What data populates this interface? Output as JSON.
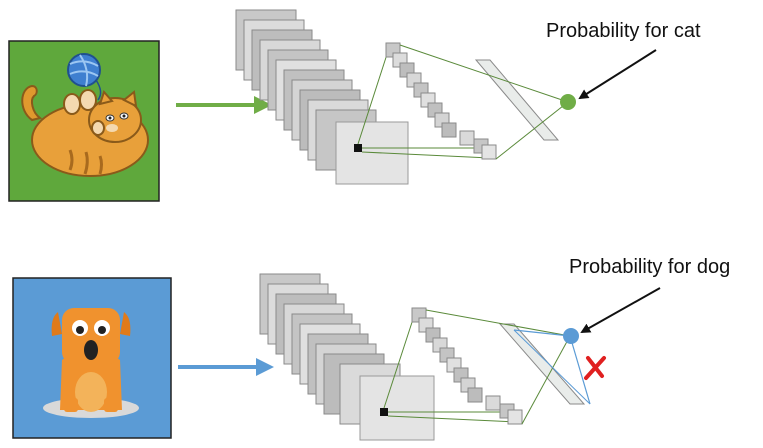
{
  "top_row": {
    "input": "cat",
    "output_label": "Probability for cat",
    "arrow_color": "#70ad47",
    "output_node_color": "#70ad47",
    "input_bg_color": "#5fa83c",
    "icon": "cat-icon"
  },
  "bottom_row": {
    "input": "dog",
    "output_label": "Probability for dog",
    "arrow_color": "#5b9bd5",
    "output_node_color": "#5b9bd5",
    "input_bg_color": "#5b9bd5",
    "icon": "dog-icon",
    "rejected_marker": "cross-mark-icon"
  }
}
